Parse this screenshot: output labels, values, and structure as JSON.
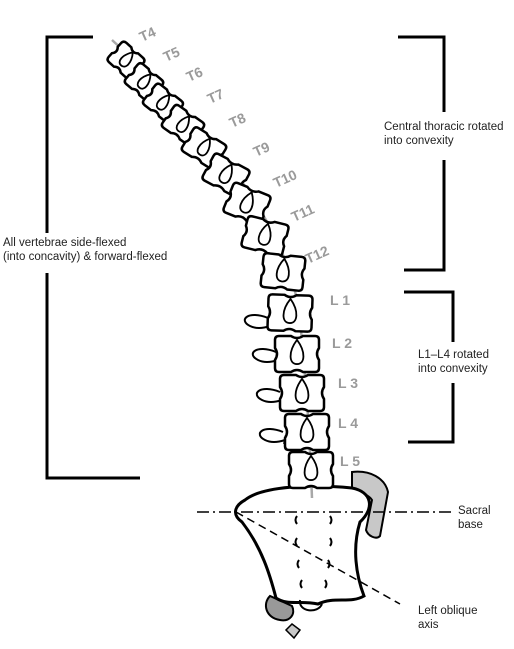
{
  "vertebrae_labels": [
    "T4",
    "T5",
    "T6",
    "T7",
    "T8",
    "T9",
    "T10",
    "T11",
    "T12",
    "L 1",
    "L 2",
    "L 3",
    "L 4",
    "L 5"
  ],
  "annotations": {
    "all_vertebrae": [
      "All vertebrae side-flexed",
      "(into concavity) & forward-flexed"
    ],
    "central_thoracic": [
      "Central thoracic rotated",
      "into convexity"
    ],
    "lumbar_rotation": [
      "L1–L4 rotated",
      "into convexity"
    ],
    "sacral_base": [
      "Sacral",
      "base"
    ],
    "oblique_axis": [
      "Left oblique",
      "axis"
    ]
  },
  "colors": {
    "line": "#000000",
    "label_gray": "#9a9a9a",
    "axis_gray": "#a8a8a8",
    "wing_fill": "#c8c8c8"
  }
}
